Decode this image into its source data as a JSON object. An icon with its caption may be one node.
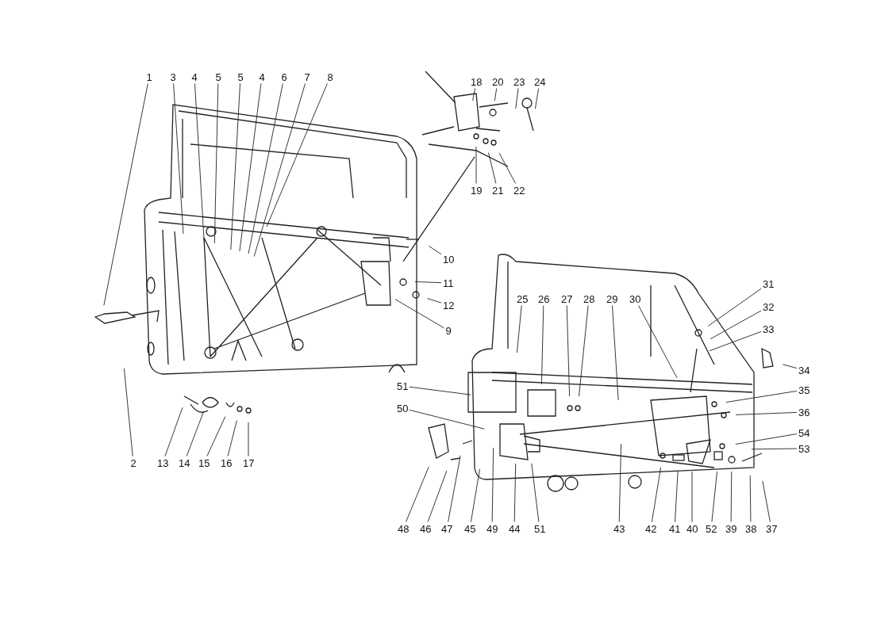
{
  "diagram": {
    "nodes": [
      {
        "text": [
          "1"
        ]
      },
      {
        "text": [
          "3"
        ]
      },
      {
        "text": [
          "4"
        ]
      },
      {
        "text": [
          "5"
        ]
      },
      {
        "text": [
          "5"
        ]
      },
      {
        "text": [
          "4"
        ]
      },
      {
        "text": [
          "6"
        ]
      },
      {
        "text": [
          "7"
        ]
      },
      {
        "text": [
          "8"
        ]
      },
      {
        "text": [
          "18"
        ]
      },
      {
        "text": [
          "20"
        ]
      },
      {
        "text": [
          "23"
        ]
      },
      {
        "text": [
          "24"
        ]
      },
      {
        "text": [
          "19"
        ]
      },
      {
        "text": [
          "21"
        ]
      },
      {
        "text": [
          "22"
        ]
      },
      {
        "text": [
          "10"
        ]
      },
      {
        "text": [
          "11"
        ]
      },
      {
        "text": [
          "12"
        ]
      },
      {
        "text": [
          "9"
        ]
      },
      {
        "text": [
          "31"
        ]
      },
      {
        "text": [
          "32"
        ]
      },
      {
        "text": [
          "33"
        ]
      },
      {
        "text": [
          "34"
        ]
      },
      {
        "text": [
          "25"
        ]
      },
      {
        "text": [
          "26"
        ]
      },
      {
        "text": [
          "27"
        ]
      },
      {
        "text": [
          "28"
        ]
      },
      {
        "text": [
          "29"
        ]
      },
      {
        "text": [
          "30"
        ]
      },
      {
        "text": [
          "51"
        ]
      },
      {
        "text": [
          "50"
        ]
      },
      {
        "text": [
          "35"
        ]
      },
      {
        "text": [
          "36"
        ]
      },
      {
        "text": [
          "54"
        ]
      },
      {
        "text": [
          "53"
        ]
      },
      {
        "text": [
          "2"
        ]
      },
      {
        "text": [
          "13"
        ]
      },
      {
        "text": [
          "14"
        ]
      },
      {
        "text": [
          "15"
        ]
      },
      {
        "text": [
          "16"
        ]
      },
      {
        "text": [
          "17"
        ]
      },
      {
        "text": [
          "48"
        ]
      },
      {
        "text": [
          "46"
        ]
      },
      {
        "text": [
          "47"
        ]
      },
      {
        "text": [
          "45"
        ]
      },
      {
        "text": [
          "49"
        ]
      },
      {
        "text": [
          "44"
        ]
      },
      {
        "text": [
          "51"
        ]
      },
      {
        "text": [
          "43"
        ]
      },
      {
        "text": [
          "42"
        ]
      },
      {
        "text": [
          "41"
        ]
      },
      {
        "text": [
          "40"
        ]
      },
      {
        "text": [
          "52"
        ]
      },
      {
        "text": [
          "39"
        ]
      },
      {
        "text": [
          "38"
        ]
      },
      {
        "text": [
          "37"
        ]
      }
    ],
    "edges": [
      {
        "from": 0,
        "to": null,
        "arrow": "none"
      },
      {
        "from": 1,
        "to": null,
        "arrow": "none"
      },
      {
        "from": 2,
        "to": null,
        "arrow": "none"
      },
      {
        "from": 3,
        "to": null,
        "arrow": "none"
      },
      {
        "from": 4,
        "to": null,
        "arrow": "none"
      },
      {
        "from": 5,
        "to": null,
        "arrow": "none"
      },
      {
        "from": 6,
        "to": null,
        "arrow": "none"
      },
      {
        "from": 7,
        "to": null,
        "arrow": "none"
      },
      {
        "from": 8,
        "to": null,
        "arrow": "none"
      },
      {
        "from": 9,
        "to": null,
        "arrow": "none"
      },
      {
        "from": 10,
        "to": null,
        "arrow": "none"
      },
      {
        "from": 11,
        "to": null,
        "arrow": "none"
      },
      {
        "from": 12,
        "to": null,
        "arrow": "none"
      },
      {
        "from": 13,
        "to": null,
        "arrow": "none"
      },
      {
        "from": 14,
        "to": null,
        "arrow": "none"
      },
      {
        "from": 15,
        "to": null,
        "arrow": "none"
      },
      {
        "from": 16,
        "to": null,
        "arrow": "none"
      },
      {
        "from": 17,
        "to": null,
        "arrow": "none"
      },
      {
        "from": 18,
        "to": null,
        "arrow": "none"
      },
      {
        "from": 19,
        "to": null,
        "arrow": "none"
      },
      {
        "from": 20,
        "to": null,
        "arrow": "none"
      },
      {
        "from": 21,
        "to": null,
        "arrow": "none"
      },
      {
        "from": 22,
        "to": null,
        "arrow": "none"
      },
      {
        "from": 23,
        "to": null,
        "arrow": "none"
      },
      {
        "from": 24,
        "to": null,
        "arrow": "none"
      },
      {
        "from": 25,
        "to": null,
        "arrow": "none"
      },
      {
        "from": 26,
        "to": null,
        "arrow": "none"
      },
      {
        "from": 27,
        "to": null,
        "arrow": "none"
      },
      {
        "from": 28,
        "to": null,
        "arrow": "none"
      },
      {
        "from": 29,
        "to": null,
        "arrow": "none"
      },
      {
        "from": 30,
        "to": null,
        "arrow": "none"
      },
      {
        "from": 31,
        "to": null,
        "arrow": "none"
      },
      {
        "from": 32,
        "to": null,
        "arrow": "none"
      },
      {
        "from": 33,
        "to": null,
        "arrow": "none"
      },
      {
        "from": 34,
        "to": null,
        "arrow": "none"
      },
      {
        "from": 35,
        "to": null,
        "arrow": "none"
      },
      {
        "from": 36,
        "to": null,
        "arrow": "none"
      },
      {
        "from": 37,
        "to": null,
        "arrow": "none"
      },
      {
        "from": 38,
        "to": null,
        "arrow": "none"
      },
      {
        "from": 39,
        "to": null,
        "arrow": "none"
      },
      {
        "from": 40,
        "to": null,
        "arrow": "none"
      },
      {
        "from": 41,
        "to": null,
        "arrow": "none"
      },
      {
        "from": 42,
        "to": null,
        "arrow": "none"
      },
      {
        "from": 43,
        "to": null,
        "arrow": "none"
      },
      {
        "from": 44,
        "to": null,
        "arrow": "none"
      },
      {
        "from": 45,
        "to": null,
        "arrow": "none"
      },
      {
        "from": 46,
        "to": null,
        "arrow": "none"
      },
      {
        "from": 47,
        "to": null,
        "arrow": "none"
      },
      {
        "from": 48,
        "to": null,
        "arrow": "none"
      },
      {
        "from": 49,
        "to": null,
        "arrow": "none"
      },
      {
        "from": 50,
        "to": null,
        "arrow": "none"
      },
      {
        "from": 51,
        "to": null,
        "arrow": "none"
      },
      {
        "from": 52,
        "to": null,
        "arrow": "none"
      },
      {
        "from": 53,
        "to": null,
        "arrow": "none"
      },
      {
        "from": 54,
        "to": null,
        "arrow": "none"
      },
      {
        "from": 55,
        "to": null,
        "arrow": "none"
      },
      {
        "from": 56,
        "to": null,
        "arrow": "none"
      }
    ]
  }
}
